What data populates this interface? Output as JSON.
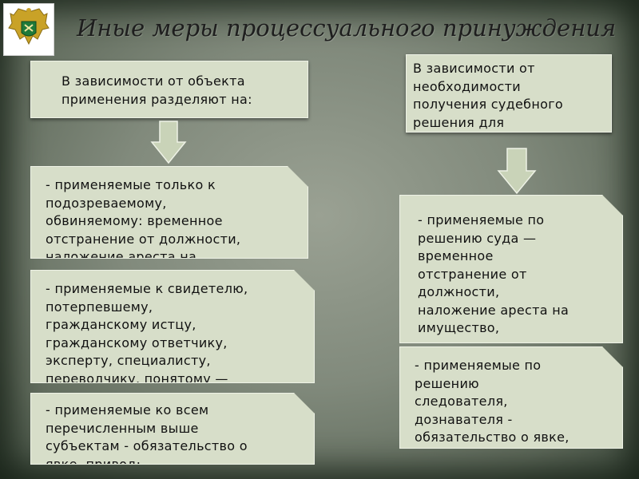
{
  "title": "Иные меры процессуального принуждения",
  "left_header": "В зависимости от объекта\nприменения разделяют на:",
  "right_header": "В зависимости от\nнеобходимости\nполучения судебного\nрешения для\nприменения меры:",
  "left_items": [
    "- применяемые только к\nподозреваемому,\nобвиняемому: временное\nотстранение от должности,\nналожение ареста на",
    "- применяемые к свидетелю,\nпотерпевшему,\nгражданскому истцу,\nгражданскому ответчику,\nэксперту, специалисту,\nпереводчику, понятому —",
    "- применяемые ко всем\nперечисленным выше\nсубъектам - обязательство о\nявке, привод;"
  ],
  "right_items": [
    "- применяемые по\nрешению суда —\nвременное\nотстранение от\nдолжности,\nналожение ареста на\nимущество,",
    "- применяемые по\nрешению\nследователя,\nдознавателя -\nобязательство о явке,\nпривод."
  ],
  "colors": {
    "box": "#d7dec9",
    "arrow": "#c9d3b8"
  },
  "icons": {
    "emblem": "customs-emblem-icon",
    "arrow": "arrow-down-icon"
  }
}
